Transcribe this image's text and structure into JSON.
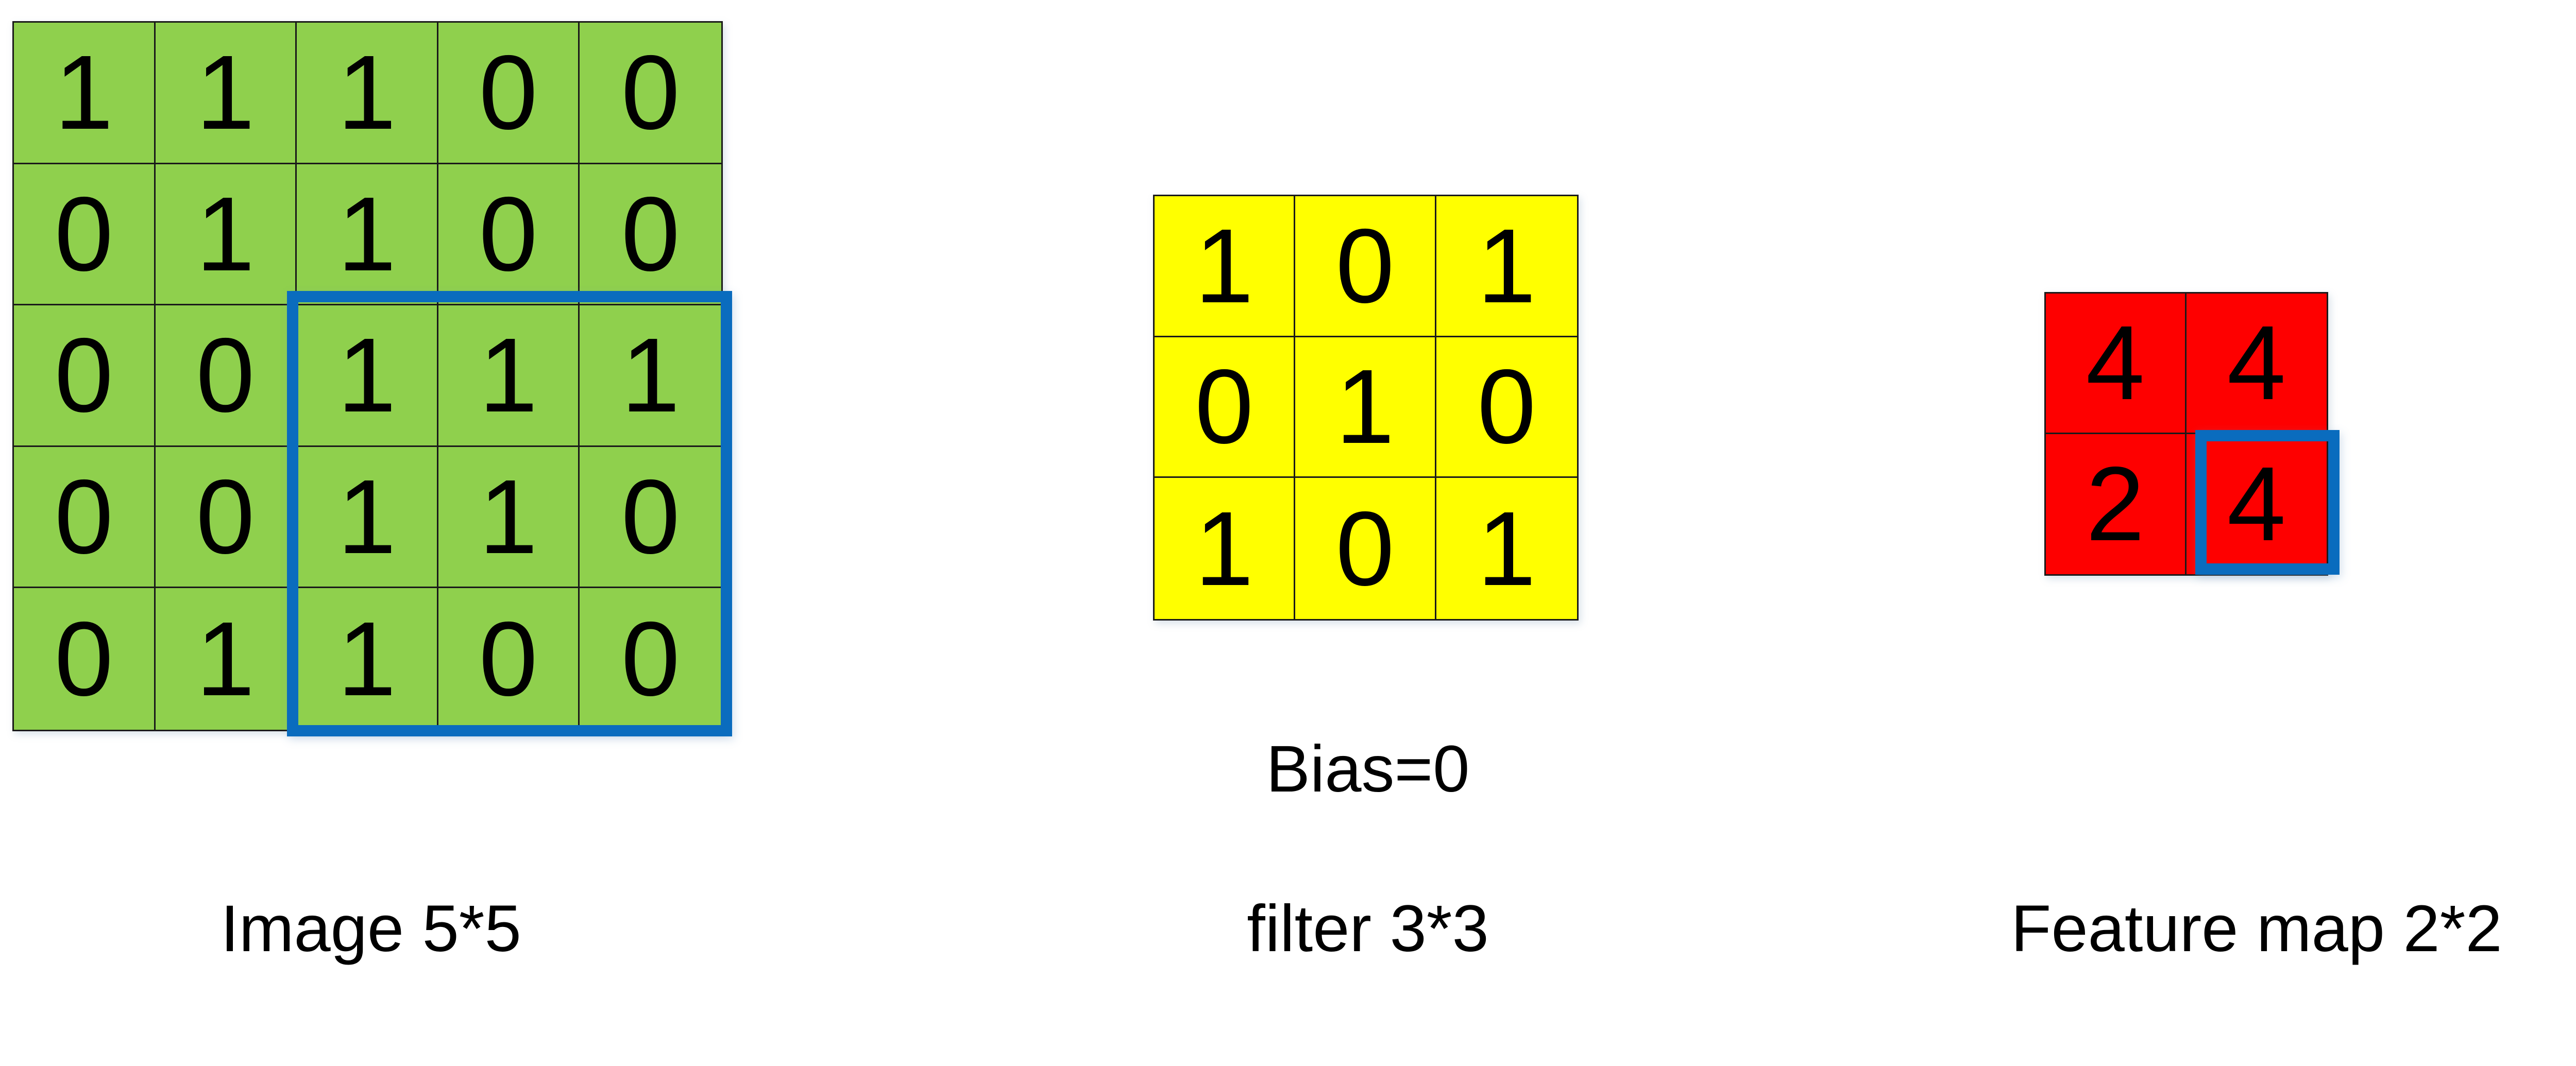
{
  "chart_data": {
    "type": "table",
    "title": "Convolution operation: 5*5 image, 3*3 filter, bias 0, producing 2*2 feature map",
    "image_matrix": {
      "label": "Image 5*5",
      "rows": 5,
      "cols": 5,
      "color": "#8FD04D",
      "values": [
        [
          1,
          1,
          1,
          0,
          0
        ],
        [
          0,
          1,
          1,
          0,
          0
        ],
        [
          0,
          0,
          1,
          1,
          1
        ],
        [
          0,
          0,
          1,
          1,
          0
        ],
        [
          0,
          1,
          1,
          0,
          0
        ]
      ],
      "highlight": {
        "description": "blue receptive field covering rows 3-5, columns 3-5",
        "row_start": 3,
        "row_end": 5,
        "col_start": 3,
        "col_end": 5,
        "color": "#0A6CBE"
      }
    },
    "filter_matrix": {
      "label": "filter 3*3",
      "rows": 3,
      "cols": 3,
      "color": "#FFFF00",
      "values": [
        [
          1,
          0,
          1
        ],
        [
          0,
          1,
          0
        ],
        [
          1,
          0,
          1
        ]
      ],
      "bias_label": "Bias=0",
      "bias_value": 0
    },
    "feature_matrix": {
      "label": "Feature map 2*2",
      "rows": 2,
      "cols": 2,
      "color": "#FE0000",
      "values": [
        [
          4,
          4
        ],
        [
          2,
          4
        ]
      ],
      "highlight": {
        "description": "blue box around bottom-right output cell",
        "row": 2,
        "col": 2,
        "color": "#0A6CBE"
      }
    }
  },
  "image_panel": {
    "caption": "Image 5*5",
    "cells": [
      [
        "1",
        "1",
        "1",
        "0",
        "0"
      ],
      [
        "0",
        "1",
        "1",
        "0",
        "0"
      ],
      [
        "0",
        "0",
        "1",
        "1",
        "1"
      ],
      [
        "0",
        "0",
        "1",
        "1",
        "0"
      ],
      [
        "0",
        "1",
        "1",
        "0",
        "0"
      ]
    ]
  },
  "filter_panel": {
    "caption": "filter 3*3",
    "bias_caption": "Bias=0",
    "cells": [
      [
        "1",
        "0",
        "1"
      ],
      [
        "0",
        "1",
        "0"
      ],
      [
        "1",
        "0",
        "1"
      ]
    ]
  },
  "feature_panel": {
    "caption": "Feature map 2*2",
    "cells": [
      [
        "4",
        "4"
      ],
      [
        "2",
        "4"
      ]
    ]
  },
  "colors": {
    "image_fill": "#8FD04D",
    "filter_fill": "#FFFF00",
    "feature_fill": "#FE0000",
    "highlight": "#0A6CBE",
    "grid_line": "#1A1A1A",
    "background": "#FFFFFF",
    "text": "#000000"
  }
}
